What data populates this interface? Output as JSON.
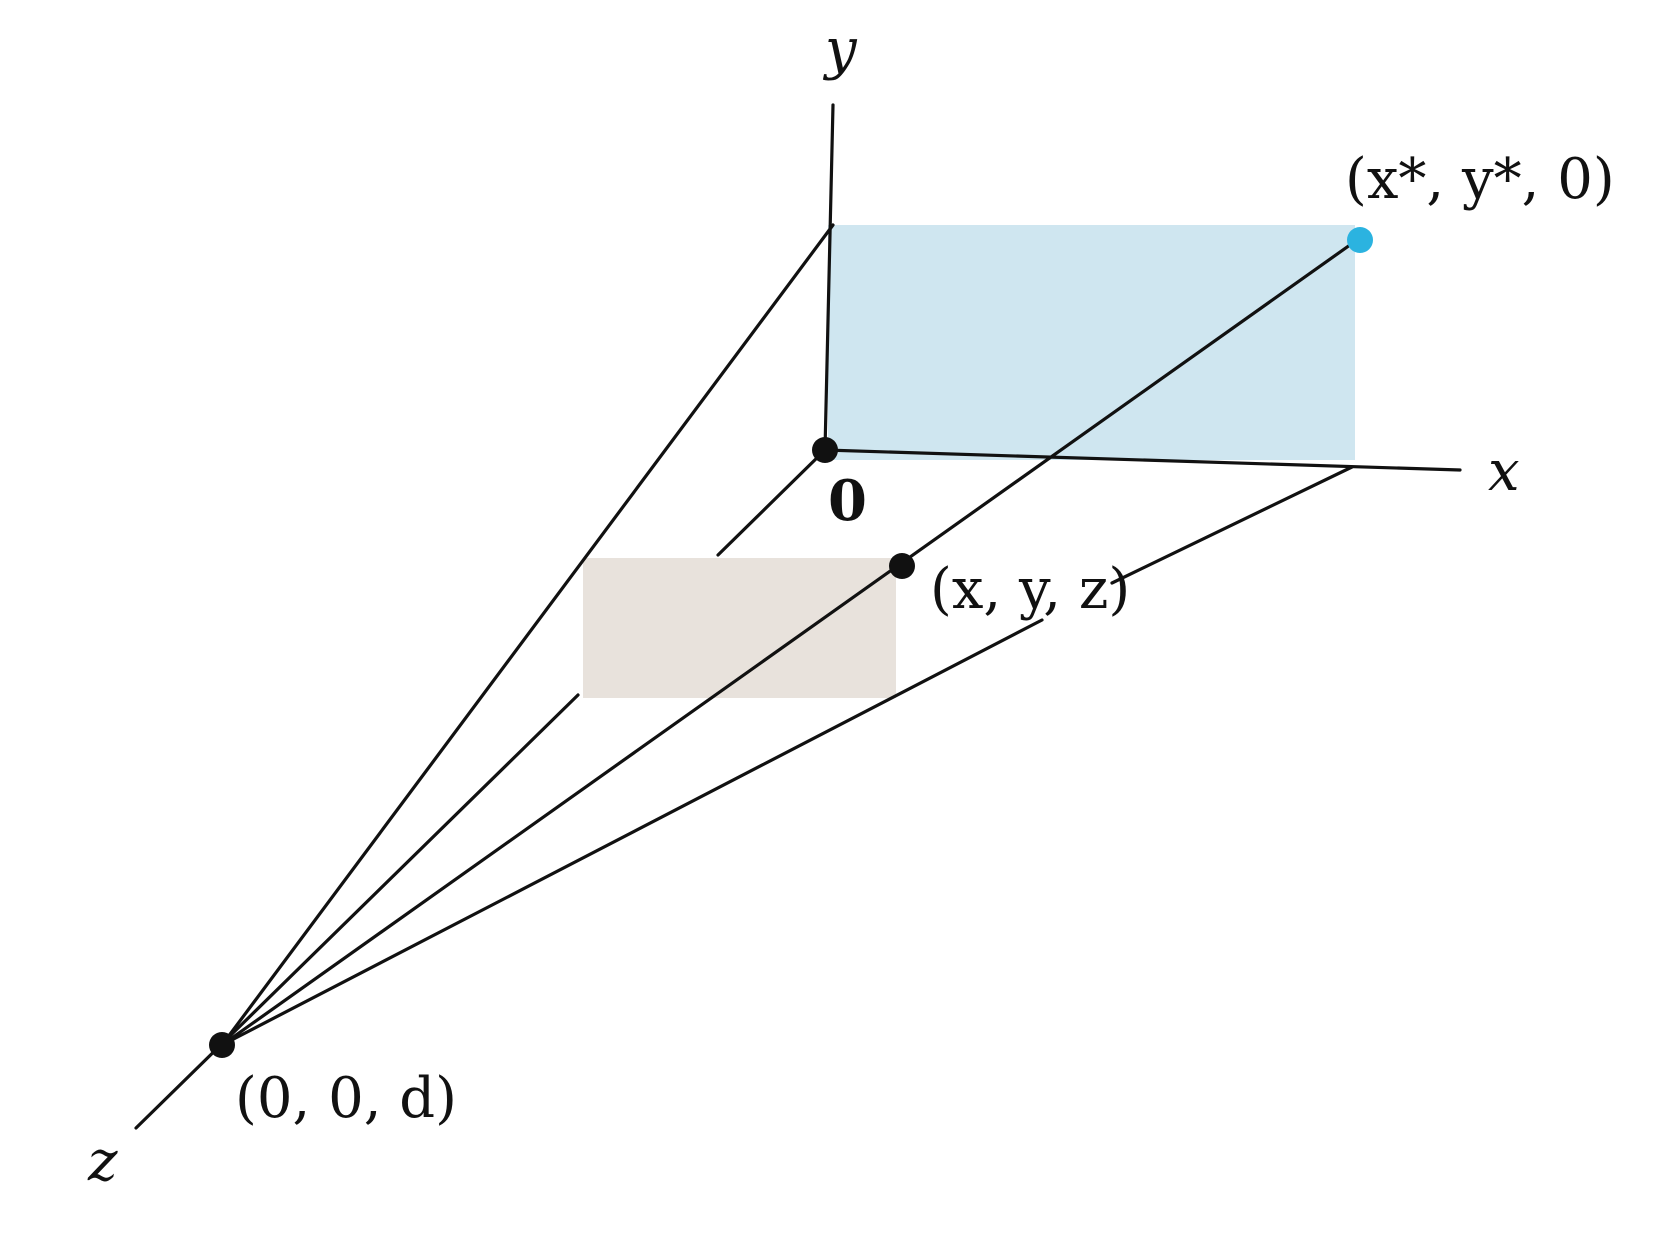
{
  "colors": {
    "projection_plane_fill": "#cfe6f0",
    "object_rect_fill": "#e8e2dc",
    "projected_point": "#2bb3e0",
    "ink": "#111111",
    "background": "#ffffff"
  },
  "labels": {
    "axis_y": "y",
    "axis_x": "x",
    "axis_z": "z",
    "origin": "0",
    "projected_point": "(x*, y*, 0)",
    "point": "(x, y, z)",
    "center": "(0, 0, d)"
  }
}
